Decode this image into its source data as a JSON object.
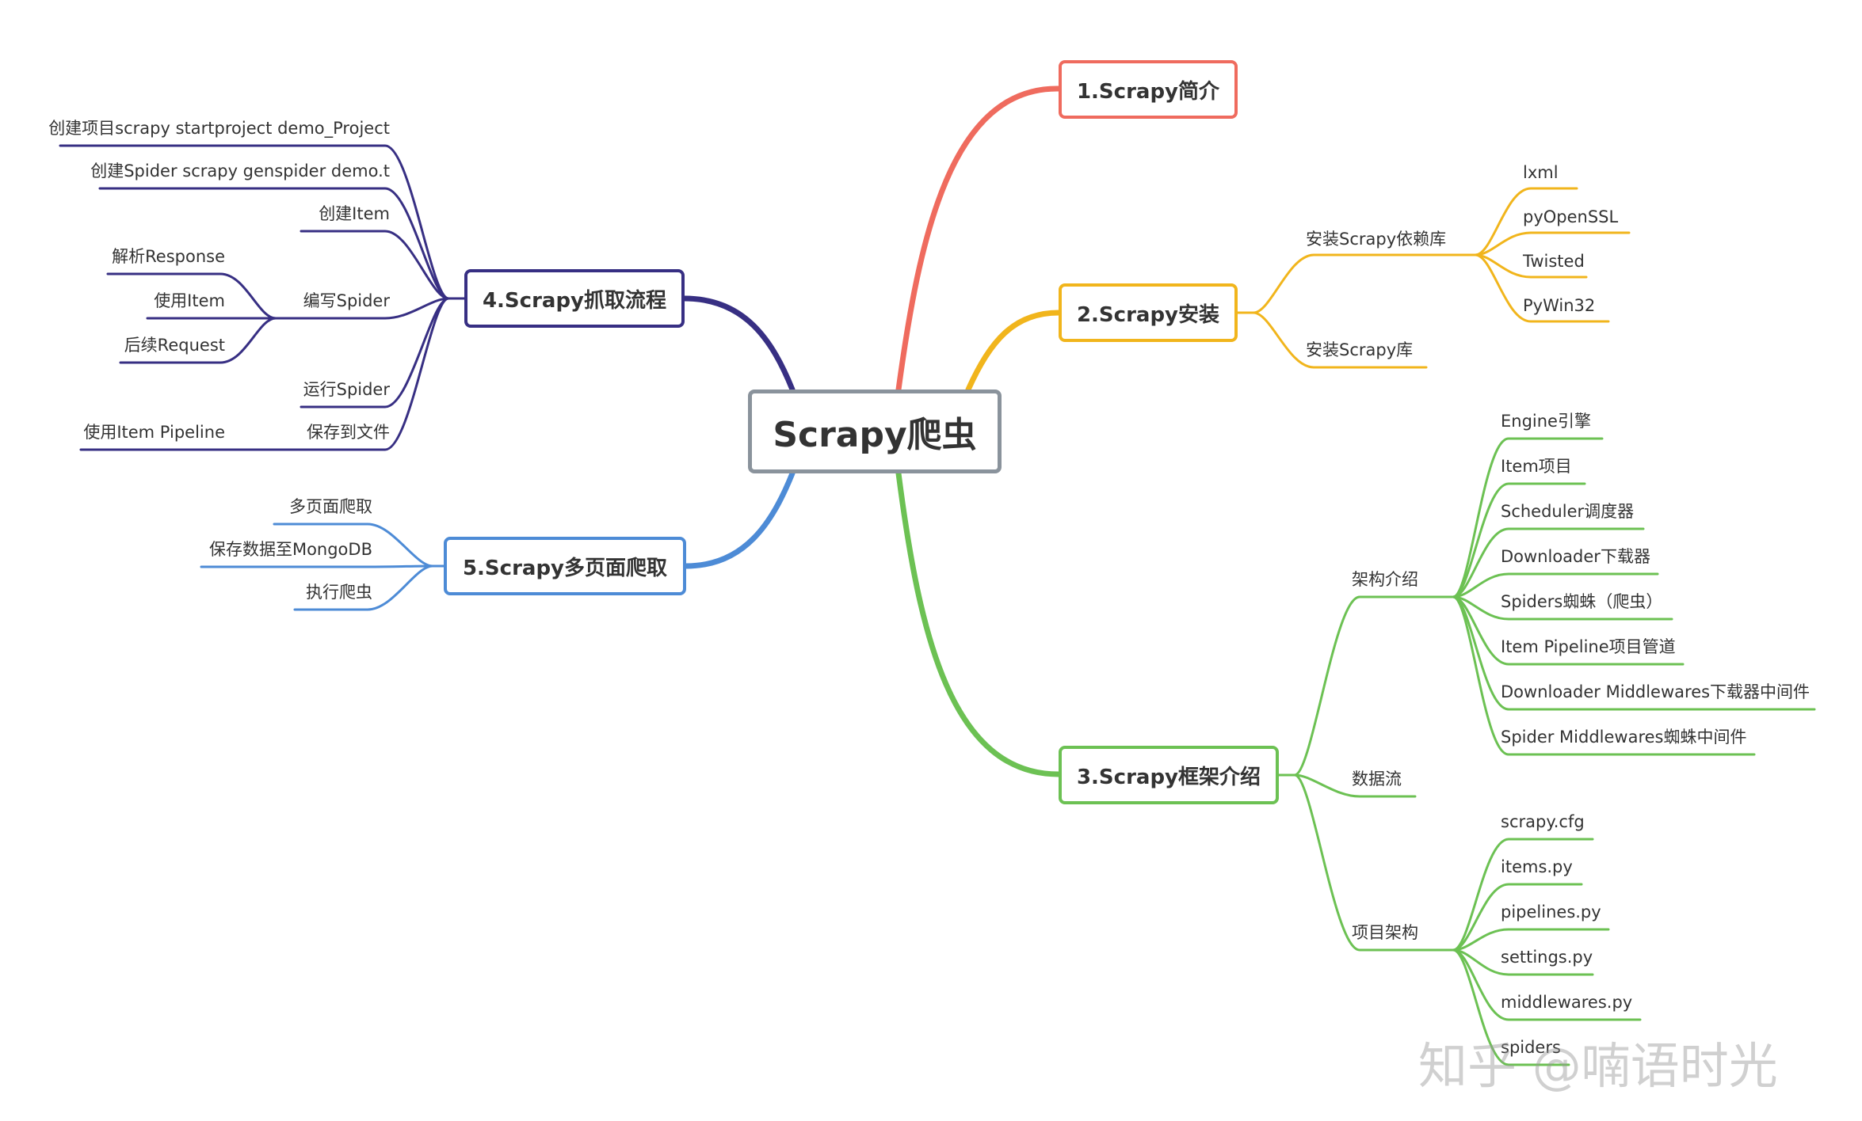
{
  "colors": {
    "central": "#8a939c",
    "b1": "#ef6b5e",
    "b2": "#f1b51c",
    "b3": "#6cc153",
    "b4": "#372f83",
    "b5": "#4d8bd6"
  },
  "central": "Scrapy爬虫",
  "b1": {
    "title": "1.Scrapy简介"
  },
  "b2": {
    "title": "2.Scrapy安装",
    "deps": "安装Scrapy依赖库",
    "deps_items": [
      "lxml",
      "pyOpenSSL",
      "Twisted",
      "PyWin32"
    ],
    "lib": "安装Scrapy库"
  },
  "b3": {
    "title": "3.Scrapy框架介绍",
    "arch": "架构介绍",
    "arch_items": [
      "Engine引擎",
      "Item项目",
      "Scheduler调度器",
      "Downloader下载器",
      "Spiders蜘蛛（爬虫）",
      "Item Pipeline项目管道",
      "Downloader Middlewares下载器中间件",
      "Spider Middlewares蜘蛛中间件"
    ],
    "flow": "数据流",
    "proj": "项目架构",
    "proj_items": [
      "scrapy.cfg",
      "items.py",
      "pipelines.py",
      "settings.py",
      "middlewares.py",
      "spiders"
    ]
  },
  "b4": {
    "title": "4.Scrapy抓取流程",
    "n1": "创建项目scrapy startproject demo_Project",
    "n2": "创建Spider scrapy genspider  demo.t",
    "n3": "创建Item",
    "n4": "编写Spider",
    "n4_items": [
      "解析Response",
      "使用Item",
      "后续Request"
    ],
    "n5": "运行Spider",
    "n6": "保存到文件",
    "n6_child": "使用Item Pipeline"
  },
  "b5": {
    "title": "5.Scrapy多页面爬取",
    "items": [
      "多页面爬取",
      "保存数据至MongoDB",
      "执行爬虫"
    ]
  },
  "watermark": "知乎 @喃语时光"
}
